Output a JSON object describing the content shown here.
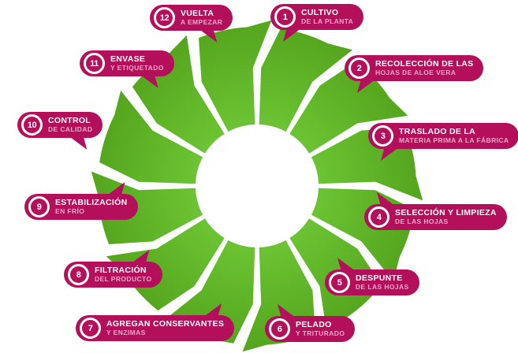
{
  "colors": {
    "bubble_magenta": "#b30f5b",
    "subtitle_pink": "#eda7cb",
    "wheel_green_center": "#82d04e",
    "wheel_green_mid": "#68c02f",
    "wheel_green_edge": "#54a41d",
    "background": "#ffffff",
    "text_white": "#ffffff"
  },
  "steps": [
    {
      "number": "1",
      "title": "CULTIVO",
      "subtitle": "DE LA PLANTA"
    },
    {
      "number": "2",
      "title": "RECOLECCIÓN DE LAS",
      "subtitle": "HOJAS DE ALOE VERA"
    },
    {
      "number": "3",
      "title": "TRASLADO DE LA",
      "subtitle": "MATERIA PRIMA A LA FÁBRICA"
    },
    {
      "number": "4",
      "title": "SELECCIÓN Y LIMPIEZA",
      "subtitle": "DE LAS HOJAS"
    },
    {
      "number": "5",
      "title": "DESPUNTE",
      "subtitle": "DE LAS HOJAS"
    },
    {
      "number": "6",
      "title": "PELADO",
      "subtitle": "Y TRITURADO"
    },
    {
      "number": "7",
      "title": "AGREGAN CONSERVANTES",
      "subtitle": "Y ENZIMAS"
    },
    {
      "number": "8",
      "title": "FILTRACIÓN",
      "subtitle": "DEL PRODUCTO"
    },
    {
      "number": "9",
      "title": "ESTABILIZACIÓN",
      "subtitle": "EN FRÍO"
    },
    {
      "number": "10",
      "title": "CONTROL",
      "subtitle": "DE CALIDAD"
    },
    {
      "number": "11",
      "title": "ENVASE",
      "subtitle": "Y ETIQUETADO"
    },
    {
      "number": "12",
      "title": "VUELTA",
      "subtitle": "A EMPEZAR"
    }
  ]
}
